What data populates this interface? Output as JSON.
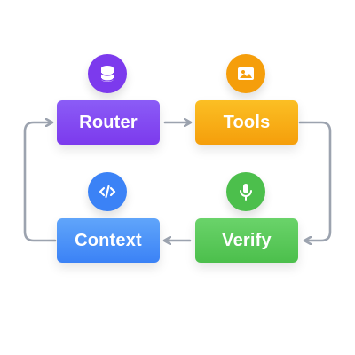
{
  "diagram": {
    "nodes": [
      {
        "id": "router",
        "label": "Router",
        "color": "#7c3aed",
        "icon": "database-icon"
      },
      {
        "id": "tools",
        "label": "Tools",
        "color": "#f59e0b",
        "icon": "image-icon"
      },
      {
        "id": "context",
        "label": "Context",
        "color": "#3b82f6",
        "icon": "code-icon"
      },
      {
        "id": "verify",
        "label": "Verify",
        "color": "#4cbf4c",
        "icon": "microphone-icon"
      }
    ],
    "edges": [
      {
        "from": "router",
        "to": "tools"
      },
      {
        "from": "tools",
        "to": "verify"
      },
      {
        "from": "verify",
        "to": "context"
      },
      {
        "from": "context",
        "to": "router"
      }
    ],
    "connector_color": "#9ca3af"
  }
}
